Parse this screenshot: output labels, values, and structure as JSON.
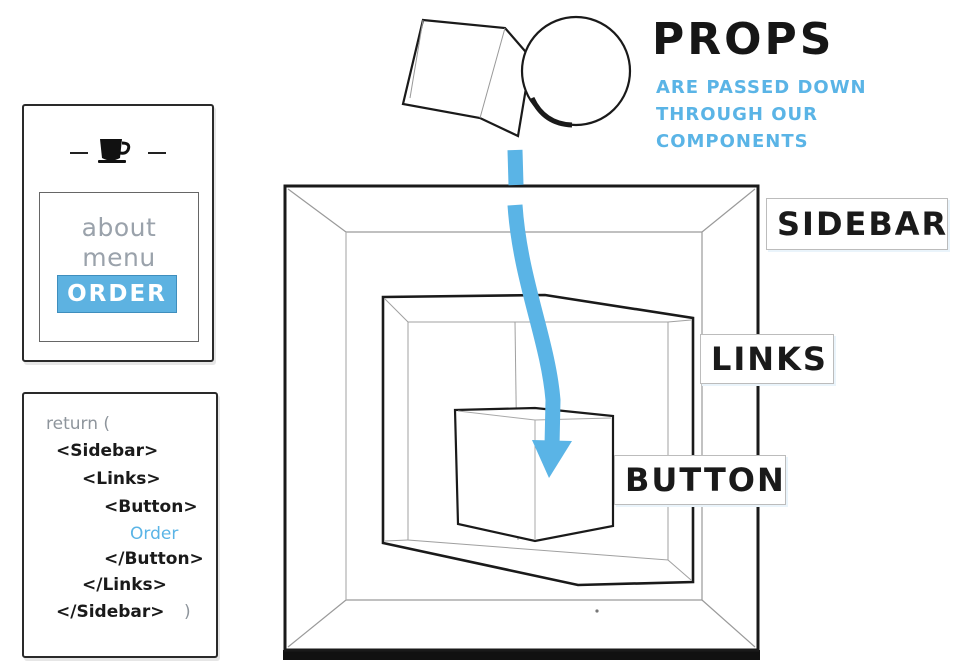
{
  "app": {
    "icon": "coffee-cup-icon",
    "nav_links": [
      "about",
      "menu"
    ],
    "order_button": "ORDER"
  },
  "code": {
    "lines": [
      {
        "text": "return (",
        "color": "#8e959c"
      },
      {
        "text": "<Sidebar>",
        "color": "#1a1a1a"
      },
      {
        "text": "<Links>",
        "color": "#1a1a1a"
      },
      {
        "text": "<Button>",
        "color": "#1a1a1a"
      },
      {
        "text": "Order",
        "color": "#5ab4e6"
      },
      {
        "text": "</Button>",
        "color": "#1a1a1a"
      },
      {
        "text": "</Links>",
        "color": "#1a1a1a"
      },
      {
        "text": "</Sidebar>",
        "color": "#1a1a1a"
      },
      {
        "text": ")",
        "color": "#8e959c"
      }
    ]
  },
  "props": {
    "title": "PROPS",
    "subtitle": [
      "ARE PASSED DOWN",
      "THROUGH OUR",
      "COMPONENTS"
    ]
  },
  "labels": {
    "sidebar": "SIDEBAR",
    "links": "LINKS",
    "button": "BUTTON"
  },
  "colors": {
    "accent": "#5ab4e6",
    "button_blue": "#5db2e1",
    "ink": "#1a1a1a",
    "muted_text": "#9aa2ab"
  }
}
